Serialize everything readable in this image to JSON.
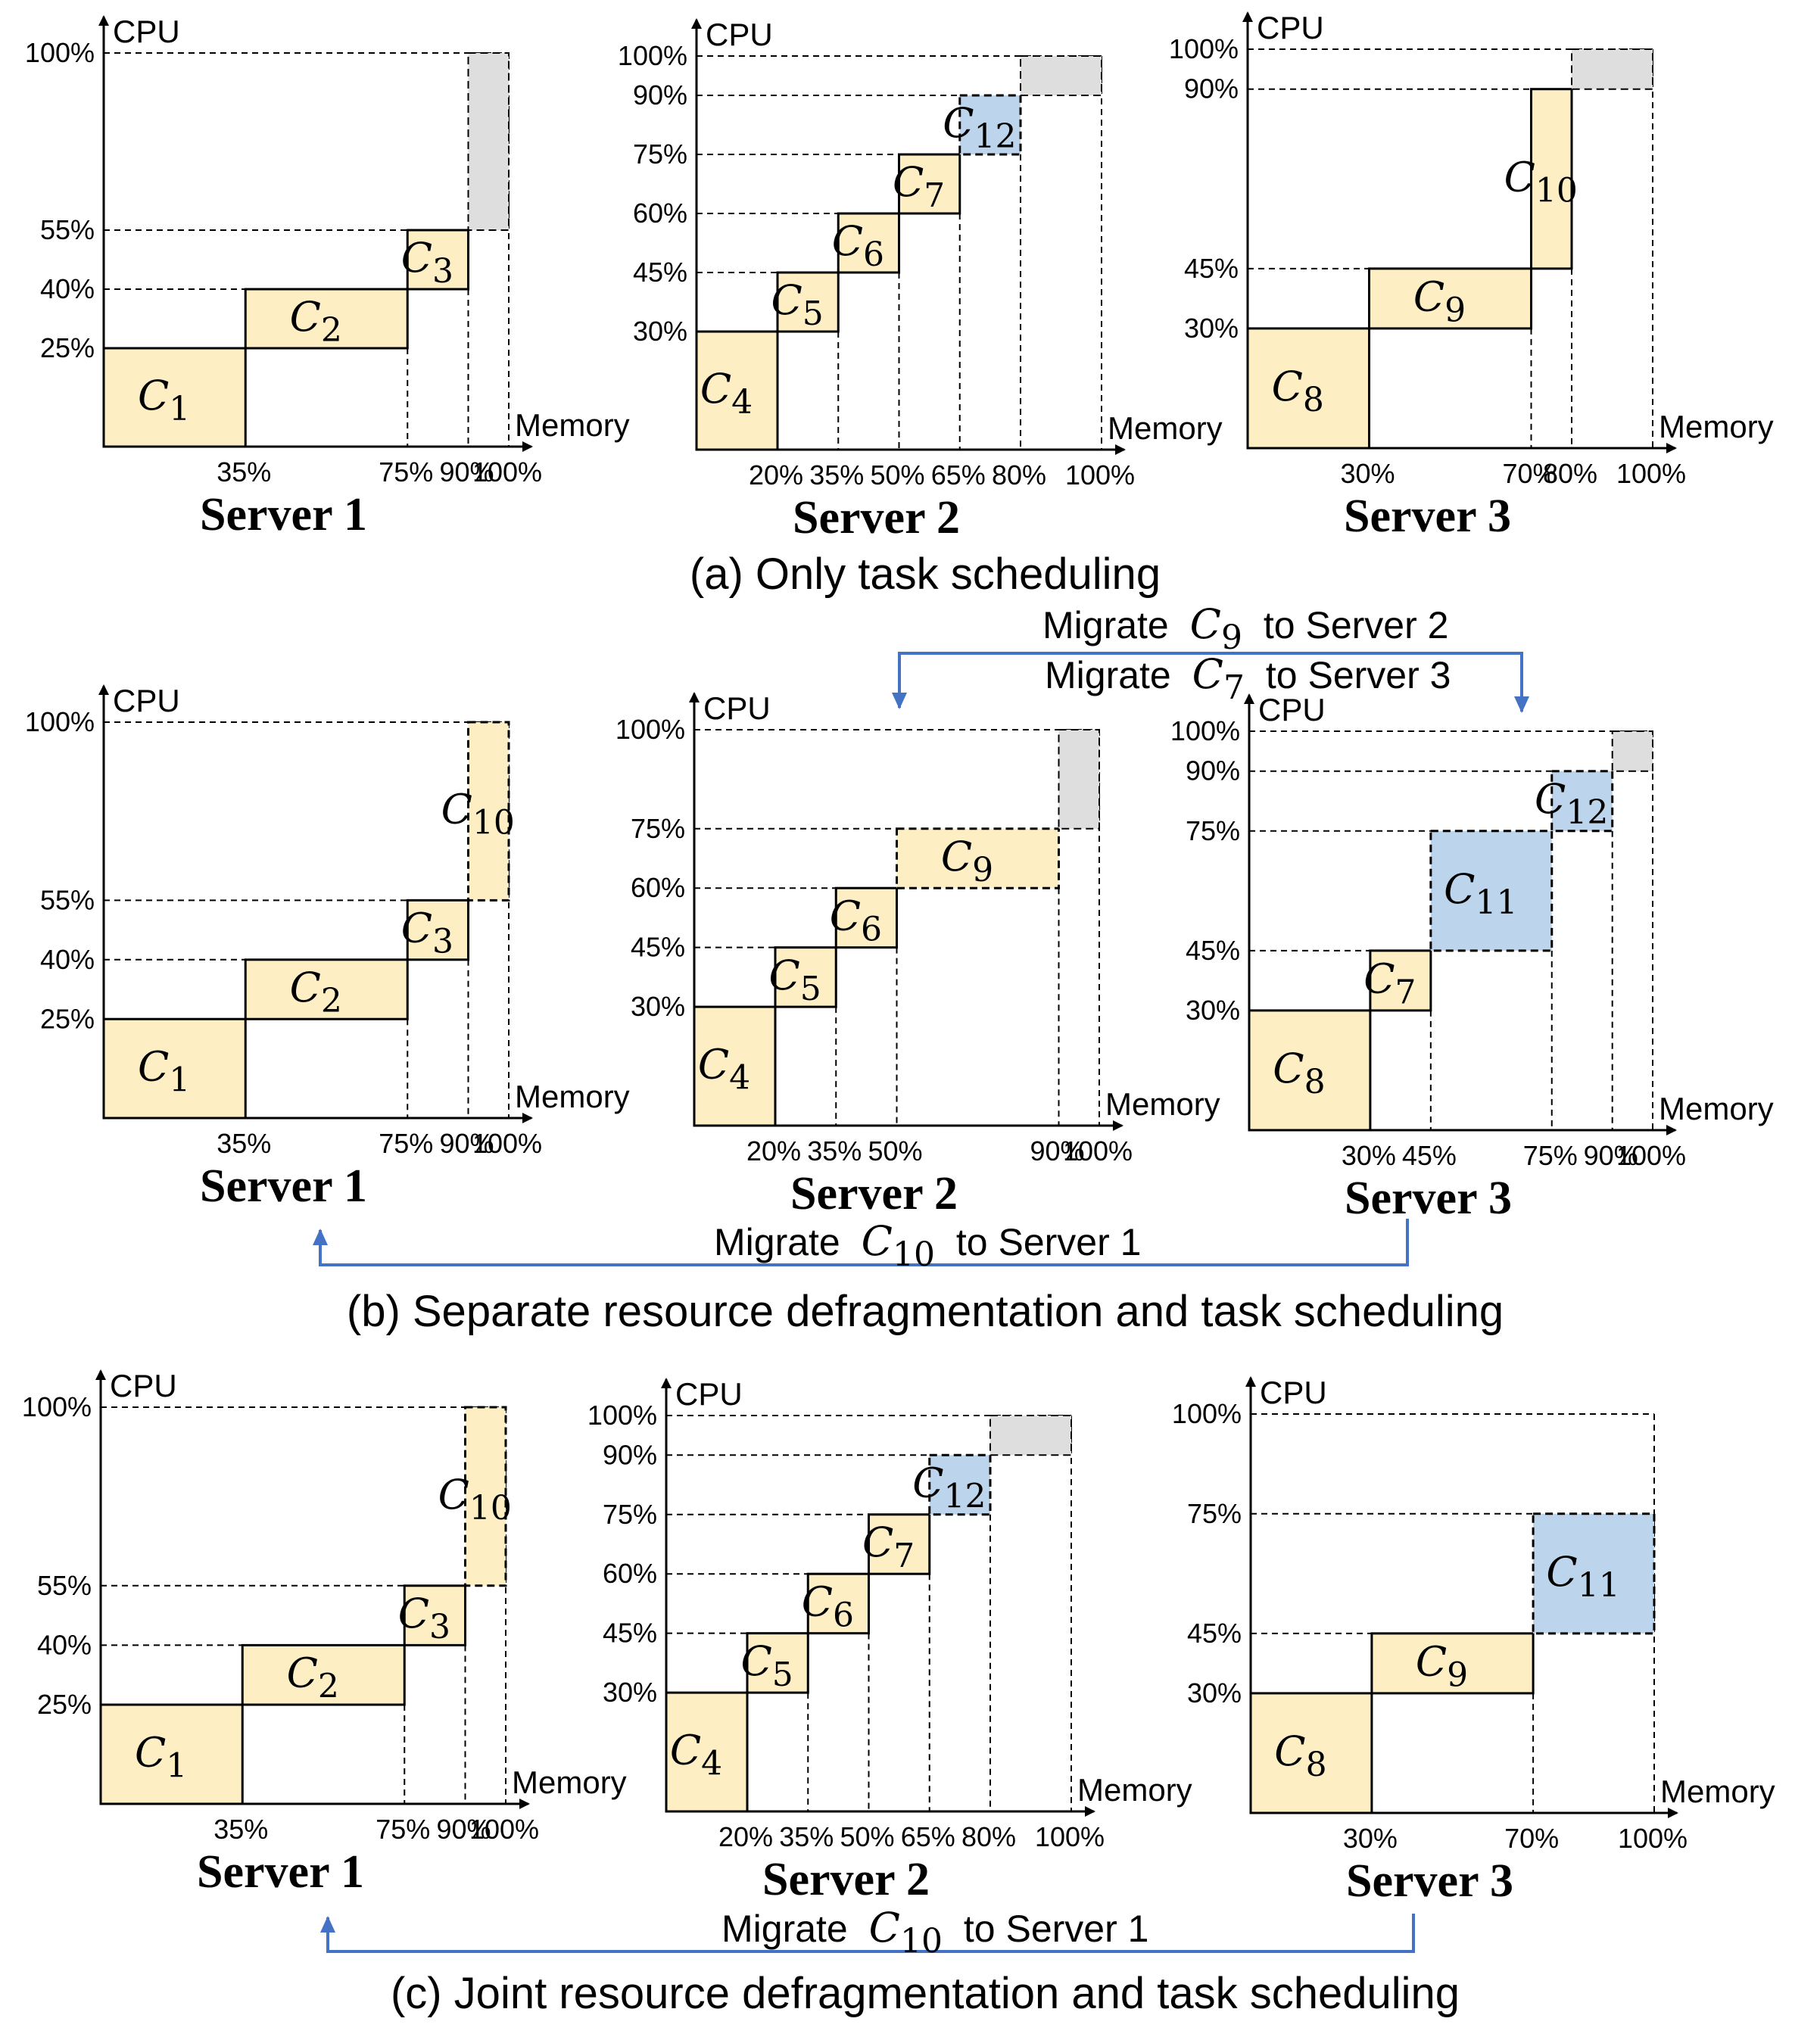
{
  "colors": {
    "task_fill": "#fdefc3",
    "new_task_fill": "#bcd5ec",
    "free_fill": "#dedede",
    "arrow": "#4472c4",
    "ink": "#000000"
  },
  "panels": [
    {
      "id": "a",
      "caption": "(a) Only task scheduling",
      "servers": [
        {
          "name": "Server 1",
          "x_axis": "Memory",
          "y_axis": "CPU",
          "x_ticks": [
            "35%",
            "75%",
            "90%",
            "100%"
          ],
          "y_ticks": [
            "100%",
            "55%",
            "40%",
            "25%"
          ],
          "containers": [
            {
              "label": "C",
              "sub": "1",
              "mem": [
                0,
                35
              ],
              "cpu": [
                0,
                25
              ],
              "kind": "placed"
            },
            {
              "label": "C",
              "sub": "2",
              "mem": [
                35,
                75
              ],
              "cpu": [
                25,
                40
              ],
              "kind": "placed"
            },
            {
              "label": "C",
              "sub": "3",
              "mem": [
                75,
                90
              ],
              "cpu": [
                40,
                55
              ],
              "kind": "placed"
            },
            {
              "label": "",
              "sub": "",
              "mem": [
                90,
                100
              ],
              "cpu": [
                55,
                100
              ],
              "kind": "free"
            }
          ]
        },
        {
          "name": "Server 2",
          "x_axis": "Memory",
          "y_axis": "CPU",
          "x_ticks": [
            "20%",
            "35%",
            "50%",
            "65%",
            "80%",
            "100%"
          ],
          "y_ticks": [
            "100%",
            "90%",
            "75%",
            "60%",
            "45%",
            "30%"
          ],
          "containers": [
            {
              "label": "C",
              "sub": "4",
              "mem": [
                0,
                20
              ],
              "cpu": [
                0,
                30
              ],
              "kind": "placed"
            },
            {
              "label": "C",
              "sub": "5",
              "mem": [
                20,
                35
              ],
              "cpu": [
                30,
                45
              ],
              "kind": "placed"
            },
            {
              "label": "C",
              "sub": "6",
              "mem": [
                35,
                50
              ],
              "cpu": [
                45,
                60
              ],
              "kind": "placed"
            },
            {
              "label": "C",
              "sub": "7",
              "mem": [
                50,
                65
              ],
              "cpu": [
                60,
                75
              ],
              "kind": "placed"
            },
            {
              "label": "C",
              "sub": "12",
              "mem": [
                65,
                80
              ],
              "cpu": [
                75,
                90
              ],
              "kind": "new"
            },
            {
              "label": "",
              "sub": "",
              "mem": [
                80,
                100
              ],
              "cpu": [
                90,
                100
              ],
              "kind": "free"
            }
          ]
        },
        {
          "name": "Server 3",
          "x_axis": "Memory",
          "y_axis": "CPU",
          "x_ticks": [
            "30%",
            "70%",
            "80%",
            "100%"
          ],
          "y_ticks": [
            "100%",
            "90%",
            "45%",
            "30%"
          ],
          "containers": [
            {
              "label": "C",
              "sub": "8",
              "mem": [
                0,
                30
              ],
              "cpu": [
                0,
                30
              ],
              "kind": "placed"
            },
            {
              "label": "C",
              "sub": "9",
              "mem": [
                30,
                70
              ],
              "cpu": [
                30,
                45
              ],
              "kind": "placed"
            },
            {
              "label": "C",
              "sub": "10",
              "mem": [
                70,
                80
              ],
              "cpu": [
                45,
                90
              ],
              "kind": "placed"
            },
            {
              "label": "",
              "sub": "",
              "mem": [
                80,
                100
              ],
              "cpu": [
                90,
                100
              ],
              "kind": "free"
            }
          ]
        }
      ],
      "migrations": []
    },
    {
      "id": "b",
      "caption": "(b) Separate resource defragmentation and task scheduling",
      "servers": [
        {
          "name": "Server 1",
          "x_axis": "Memory",
          "y_axis": "CPU",
          "x_ticks": [
            "35%",
            "75%",
            "90%",
            "100%"
          ],
          "y_ticks": [
            "100%",
            "55%",
            "40%",
            "25%"
          ],
          "containers": [
            {
              "label": "C",
              "sub": "1",
              "mem": [
                0,
                35
              ],
              "cpu": [
                0,
                25
              ],
              "kind": "placed"
            },
            {
              "label": "C",
              "sub": "2",
              "mem": [
                35,
                75
              ],
              "cpu": [
                25,
                40
              ],
              "kind": "placed"
            },
            {
              "label": "C",
              "sub": "3",
              "mem": [
                75,
                90
              ],
              "cpu": [
                40,
                55
              ],
              "kind": "placed"
            },
            {
              "label": "C",
              "sub": "10",
              "mem": [
                90,
                100
              ],
              "cpu": [
                55,
                100
              ],
              "kind": "migrated"
            }
          ]
        },
        {
          "name": "Server 2",
          "x_axis": "Memory",
          "y_axis": "CPU",
          "x_ticks": [
            "20%",
            "35%",
            "50%",
            "90%",
            "100%"
          ],
          "y_ticks": [
            "100%",
            "75%",
            "60%",
            "45%",
            "30%"
          ],
          "containers": [
            {
              "label": "C",
              "sub": "4",
              "mem": [
                0,
                20
              ],
              "cpu": [
                0,
                30
              ],
              "kind": "placed"
            },
            {
              "label": "C",
              "sub": "5",
              "mem": [
                20,
                35
              ],
              "cpu": [
                30,
                45
              ],
              "kind": "placed"
            },
            {
              "label": "C",
              "sub": "6",
              "mem": [
                35,
                50
              ],
              "cpu": [
                45,
                60
              ],
              "kind": "placed"
            },
            {
              "label": "C",
              "sub": "9",
              "mem": [
                50,
                90
              ],
              "cpu": [
                60,
                75
              ],
              "kind": "migrated"
            },
            {
              "label": "",
              "sub": "",
              "mem": [
                90,
                100
              ],
              "cpu": [
                75,
                100
              ],
              "kind": "free"
            }
          ]
        },
        {
          "name": "Server 3",
          "x_axis": "Memory",
          "y_axis": "CPU",
          "x_ticks": [
            "30%",
            "45%",
            "75%",
            "90%",
            "100%"
          ],
          "y_ticks": [
            "100%",
            "90%",
            "75%",
            "45%",
            "30%"
          ],
          "containers": [
            {
              "label": "C",
              "sub": "8",
              "mem": [
                0,
                30
              ],
              "cpu": [
                0,
                30
              ],
              "kind": "placed"
            },
            {
              "label": "C",
              "sub": "7",
              "mem": [
                30,
                45
              ],
              "cpu": [
                30,
                45
              ],
              "kind": "placed"
            },
            {
              "label": "C",
              "sub": "11",
              "mem": [
                45,
                75
              ],
              "cpu": [
                45,
                75
              ],
              "kind": "new-dashed"
            },
            {
              "label": "C",
              "sub": "12",
              "mem": [
                75,
                90
              ],
              "cpu": [
                75,
                90
              ],
              "kind": "new-dashed"
            },
            {
              "label": "",
              "sub": "",
              "mem": [
                90,
                100
              ],
              "cpu": [
                90,
                100
              ],
              "kind": "free"
            }
          ]
        }
      ],
      "migrations": [
        {
          "text": "Migrate",
          "c": "C",
          "sub": "9",
          "dest": "to Server 2"
        },
        {
          "text": "Migrate",
          "c": "C",
          "sub": "7",
          "dest": "to Server 3"
        },
        {
          "text": "Migrate",
          "c": "C",
          "sub": "10",
          "dest": "to Server 1"
        }
      ]
    },
    {
      "id": "c",
      "caption": "(c) Joint resource defragmentation and task scheduling",
      "servers": [
        {
          "name": "Server 1",
          "x_axis": "Memory",
          "y_axis": "CPU",
          "x_ticks": [
            "35%",
            "75%",
            "90%",
            "100%"
          ],
          "y_ticks": [
            "100%",
            "55%",
            "40%",
            "25%"
          ],
          "containers": [
            {
              "label": "C",
              "sub": "1",
              "mem": [
                0,
                35
              ],
              "cpu": [
                0,
                25
              ],
              "kind": "placed"
            },
            {
              "label": "C",
              "sub": "2",
              "mem": [
                35,
                75
              ],
              "cpu": [
                25,
                40
              ],
              "kind": "placed"
            },
            {
              "label": "C",
              "sub": "3",
              "mem": [
                75,
                90
              ],
              "cpu": [
                40,
                55
              ],
              "kind": "placed"
            },
            {
              "label": "C",
              "sub": "10",
              "mem": [
                90,
                100
              ],
              "cpu": [
                55,
                100
              ],
              "kind": "migrated"
            }
          ]
        },
        {
          "name": "Server 2",
          "x_axis": "Memory",
          "y_axis": "CPU",
          "x_ticks": [
            "20%",
            "35%",
            "50%",
            "65%",
            "80%",
            "100%"
          ],
          "y_ticks": [
            "100%",
            "90%",
            "75%",
            "60%",
            "45%",
            "30%"
          ],
          "containers": [
            {
              "label": "C",
              "sub": "4",
              "mem": [
                0,
                20
              ],
              "cpu": [
                0,
                30
              ],
              "kind": "placed"
            },
            {
              "label": "C",
              "sub": "5",
              "mem": [
                20,
                35
              ],
              "cpu": [
                30,
                45
              ],
              "kind": "placed"
            },
            {
              "label": "C",
              "sub": "6",
              "mem": [
                35,
                50
              ],
              "cpu": [
                45,
                60
              ],
              "kind": "placed"
            },
            {
              "label": "C",
              "sub": "7",
              "mem": [
                50,
                65
              ],
              "cpu": [
                60,
                75
              ],
              "kind": "placed"
            },
            {
              "label": "C",
              "sub": "12",
              "mem": [
                65,
                80
              ],
              "cpu": [
                75,
                90
              ],
              "kind": "new-dashed"
            },
            {
              "label": "",
              "sub": "",
              "mem": [
                80,
                100
              ],
              "cpu": [
                90,
                100
              ],
              "kind": "free"
            }
          ]
        },
        {
          "name": "Server 3",
          "x_axis": "Memory",
          "y_axis": "CPU",
          "x_ticks": [
            "30%",
            "70%",
            "100%"
          ],
          "y_ticks": [
            "100%",
            "75%",
            "45%",
            "30%"
          ],
          "containers": [
            {
              "label": "C",
              "sub": "8",
              "mem": [
                0,
                30
              ],
              "cpu": [
                0,
                30
              ],
              "kind": "placed"
            },
            {
              "label": "C",
              "sub": "9",
              "mem": [
                30,
                70
              ],
              "cpu": [
                30,
                45
              ],
              "kind": "placed"
            },
            {
              "label": "C",
              "sub": "11",
              "mem": [
                70,
                100
              ],
              "cpu": [
                45,
                75
              ],
              "kind": "new-dashed"
            }
          ]
        }
      ],
      "migrations": [
        {
          "text": "Migrate",
          "c": "C",
          "sub": "10",
          "dest": "to Server 1"
        }
      ]
    }
  ]
}
